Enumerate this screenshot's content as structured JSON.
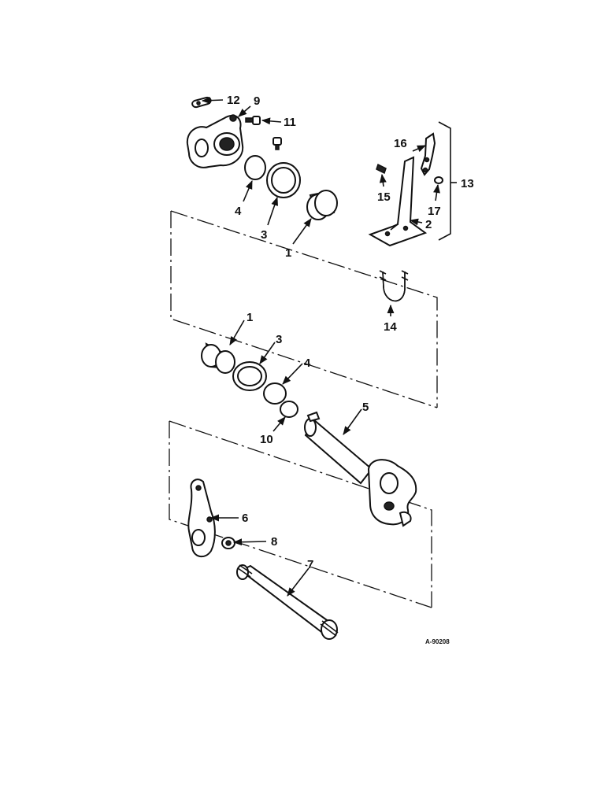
{
  "figure_id": "A-90208",
  "callouts": {
    "c1a": "1",
    "c1b": "1",
    "c2": "2",
    "c3a": "3",
    "c3b": "3",
    "c4a": "4",
    "c4b": "4",
    "c5": "5",
    "c6": "6",
    "c7": "7",
    "c8": "8",
    "c9": "9",
    "c10": "10",
    "c11": "11",
    "c12": "12",
    "c13": "13",
    "c14": "14",
    "c15": "15",
    "c16": "16",
    "c17": "17"
  }
}
